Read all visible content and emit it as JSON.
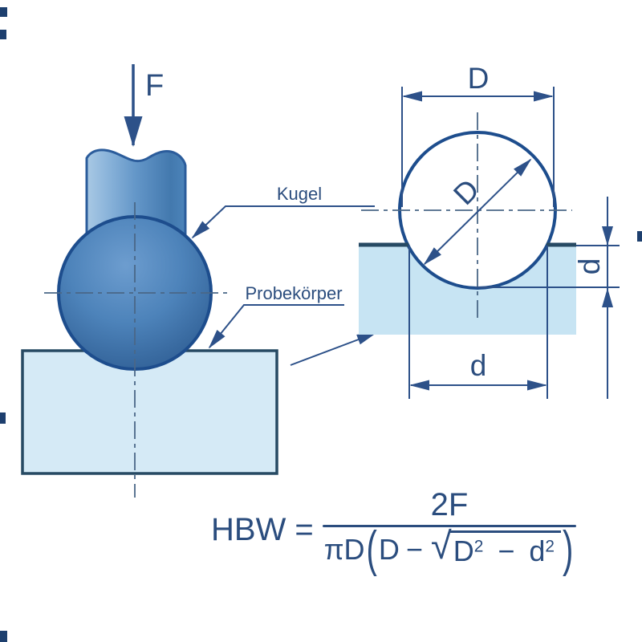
{
  "figure": {
    "left": {
      "force_label": "F",
      "ball_label": "Kugel",
      "specimen_label": "Probekörper"
    },
    "right": {
      "diameter_top_label": "D",
      "diameter_diagonal_label": "D",
      "depth_label": "d",
      "indent_width_label": "d"
    },
    "formula": {
      "lhs": "HBW",
      "equals": "=",
      "numerator": "2F",
      "den_pi_d": "πD",
      "open_paren": "(",
      "den_first_term": "D",
      "den_minus": "−",
      "radical_sign": "√",
      "rad_term1": "D",
      "rad_sup1": "2",
      "rad_minus": "−",
      "rad_term2": "d",
      "rad_sup2": "2",
      "close_paren": ")"
    },
    "colors": {
      "dimension_line": "#2d5189",
      "centerline": "#4a6787",
      "text_navy": "#2b4d7e",
      "ball_outline": "#1d4d8d",
      "specimen_fill_left": "#d5eaf6",
      "specimen_fill_right": "#c7e4f3",
      "specimen_outline": "#274a63",
      "ball_fill_mid": "#4d83ba",
      "cylinder_fill_mid": "#6396c8"
    }
  }
}
